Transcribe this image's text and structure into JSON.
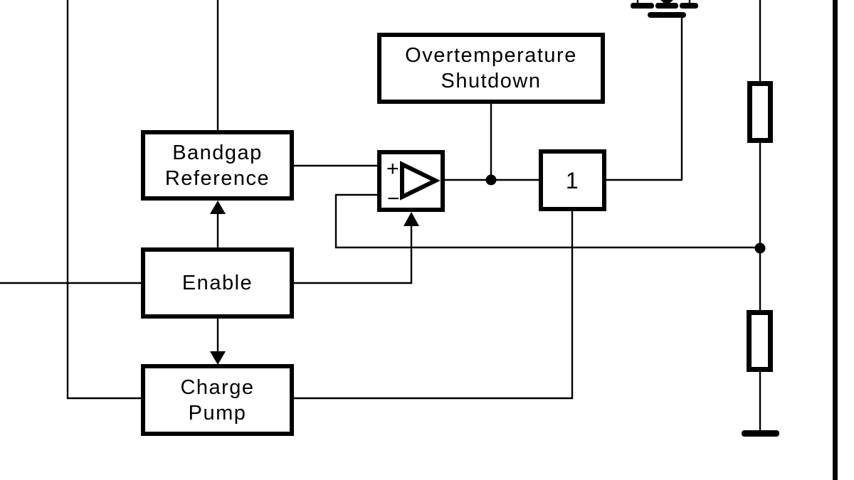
{
  "page": {
    "background_color": "#ffffff",
    "ink_color": "#000000",
    "description_visible_text_only": true
  },
  "blocks": {
    "overtemp": {
      "line1": "Overtemperature",
      "line2": "Shutdown"
    },
    "bandgap": {
      "line1": "Bandgap",
      "line2": "Reference"
    },
    "enable": {
      "label": "Enable"
    },
    "charge_pump": {
      "line1": "Charge",
      "line2": "Pump"
    },
    "unity_buffer": {
      "label": "1"
    },
    "error_amp": {
      "plus": "+",
      "minus": "−"
    }
  },
  "symbols": {
    "pass_transistor": "mosfet-icon",
    "upper_feedback_resistor": "resistor-icon",
    "lower_feedback_resistor": "resistor-icon",
    "ground": "ground-icon",
    "amplifier": "opamp-triangle-icon",
    "junctions": [
      "opamp-output-junction-dot",
      "feedback-junction-dot"
    ]
  }
}
